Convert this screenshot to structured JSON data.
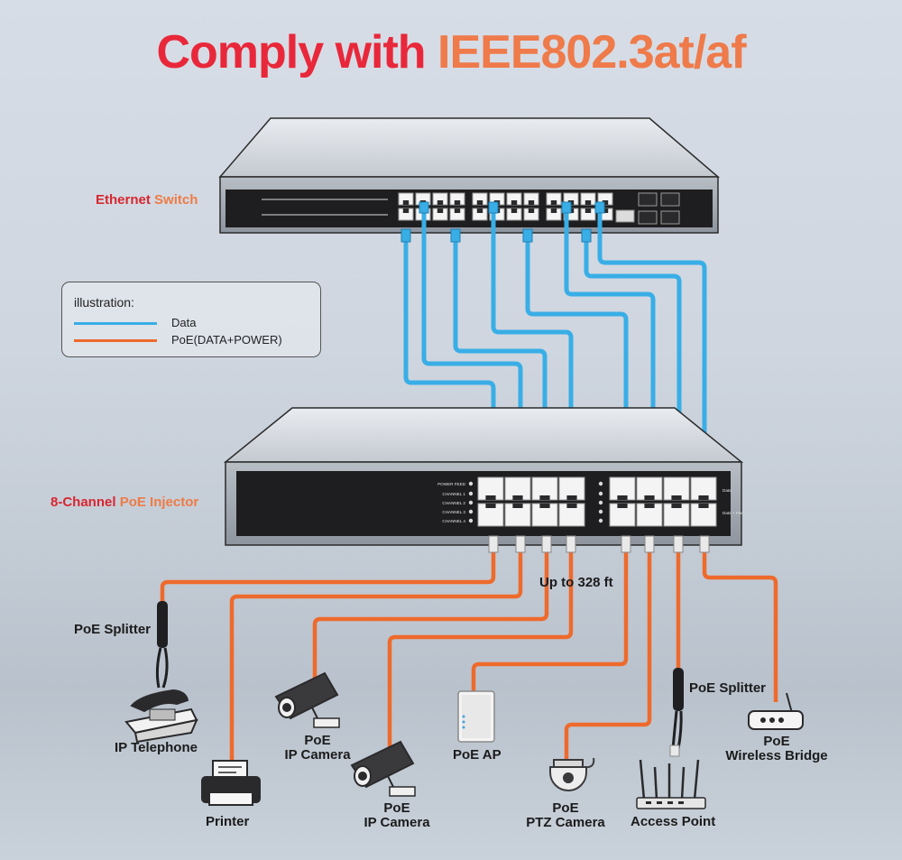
{
  "title": {
    "part1": "Comply with",
    "part2": "IEEE802.3at/af"
  },
  "switch_label": {
    "part1": "Ethernet",
    "part2": "Switch"
  },
  "injector_label": {
    "part1": "8-Channel",
    "part2": "PoE Injector"
  },
  "injector_panel": {
    "power_feed": "POWER FEED",
    "channels": [
      "CHANNEL 1",
      "CHANNEL 2",
      "CHANNEL 3",
      "CHANNEL 4"
    ],
    "data_tag": "Data",
    "data_pwr_tag": "Data + Pwr"
  },
  "legend": {
    "title": "illustration:",
    "items": [
      {
        "label": "Data",
        "color": "#39aee6"
      },
      {
        "label": "PoE(DATA+POWER)",
        "color": "#ee6a2c"
      }
    ]
  },
  "distance_label": "Up to 328 ft",
  "devices": {
    "splitter_left": "PoE Splitter",
    "ip_telephone": "IP Telephone",
    "printer": "Printer",
    "ip_camera_1": [
      "PoE",
      "IP Camera"
    ],
    "ip_camera_2": [
      "PoE",
      "IP Camera"
    ],
    "poe_ap": "PoE AP",
    "ptz_camera": [
      "PoE",
      "PTZ Camera"
    ],
    "splitter_right": "PoE Splitter",
    "access_point": "Access Point",
    "wireless_bridge": [
      "PoE",
      "Wireless Bridge"
    ]
  },
  "colors": {
    "data_cable": "#39aee6",
    "poe_cable": "#ee6a2c",
    "device_dark": "#2a2a2c",
    "title_red": "#e8283a",
    "title_orange": "#ef7a4a"
  }
}
